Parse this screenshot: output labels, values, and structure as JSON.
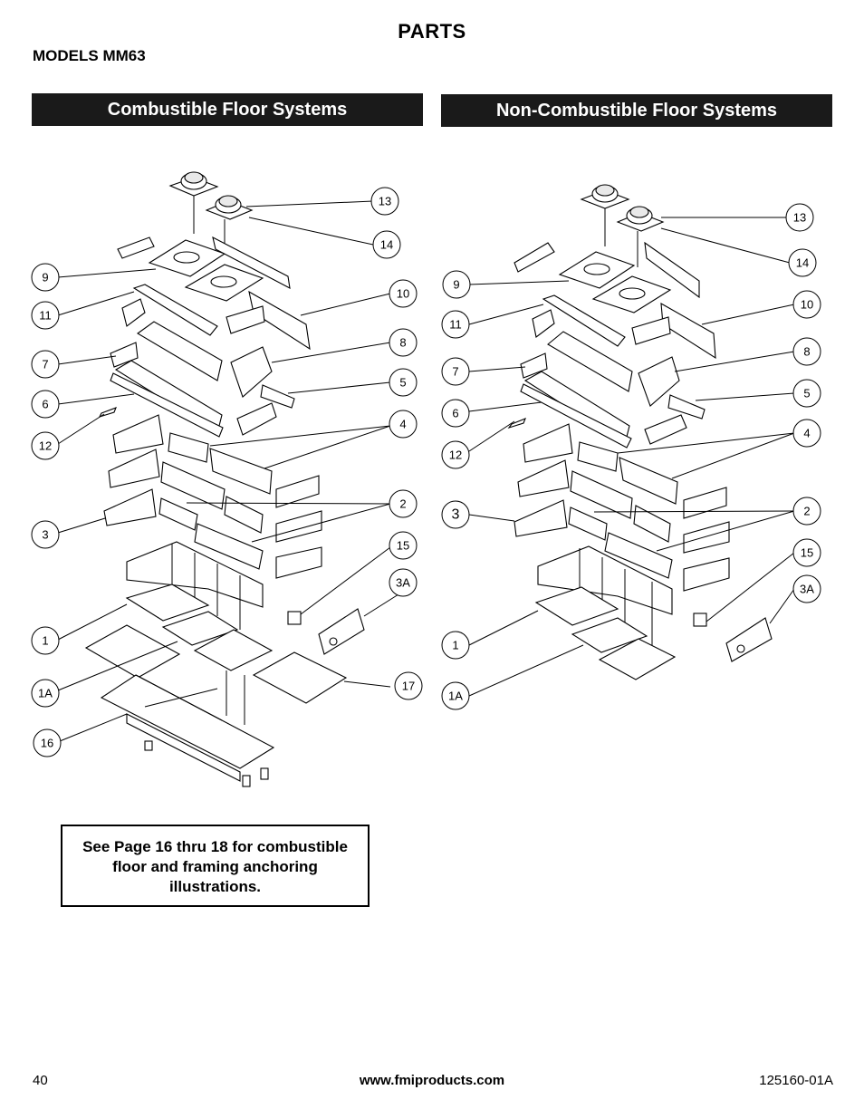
{
  "page": {
    "title": "PARTS",
    "models": "MODELS MM63"
  },
  "sections": {
    "combustible": "Combustible Floor Systems",
    "non_combustible": "Non-Combustible Floor Systems"
  },
  "callouts": {
    "left": [
      "13",
      "14",
      "9",
      "10",
      "11",
      "8",
      "7",
      "5",
      "6",
      "4",
      "12",
      "2",
      "3",
      "15",
      "3A",
      "1",
      "1A",
      "17",
      "16"
    ],
    "right": [
      "13",
      "14",
      "9",
      "10",
      "11",
      "8",
      "7",
      "5",
      "6",
      "4",
      "12",
      "3",
      "2",
      "15",
      "3A",
      "1",
      "1A"
    ]
  },
  "note": {
    "line1": "See Page 16 thru 18 for combustible",
    "line2": "floor  and framing anchoring",
    "line3": "illustrations."
  },
  "footer": {
    "page_number": "40",
    "website": "www.fmiproducts.com",
    "doc_number": "125160-01A"
  }
}
